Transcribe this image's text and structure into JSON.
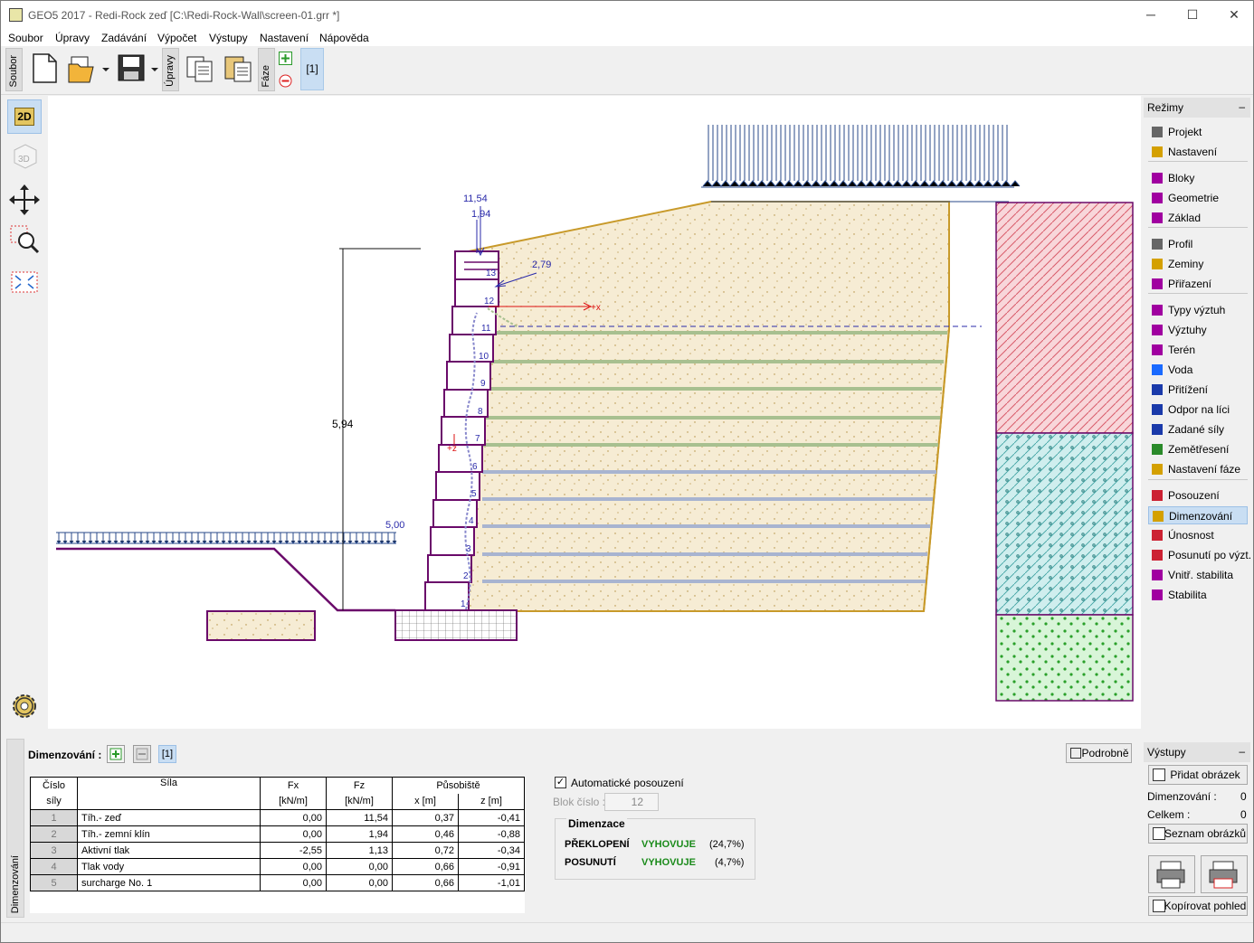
{
  "window": {
    "title": "GEO5 2017 - Redi-Rock zeď [C:\\Redi-Rock-Wall\\screen-01.grr *]",
    "minimize": "─",
    "maximize": "☐",
    "close": "✕"
  },
  "menu": [
    "Soubor",
    "Úpravy",
    "Zadávání",
    "Výpočet",
    "Výstupy",
    "Nastavení",
    "Nápověda"
  ],
  "toolbar": {
    "tab_file": "Soubor",
    "tab_edit": "Úpravy",
    "tab_phase": "Fáze",
    "phase_label": "[1]"
  },
  "lefttools": {
    "btn_2d": "2D",
    "btn_3d": "3D"
  },
  "drawing": {
    "dim_height": "5,94",
    "surcharge_left": "5,00",
    "force_1": "11,54",
    "force_2": "1,94",
    "force_3": "2,79",
    "axis_x": "+x",
    "axis_z": "+z",
    "block_numbers": [
      "1",
      "2",
      "3",
      "4",
      "5",
      "6",
      "7",
      "8",
      "9",
      "10",
      "11",
      "12",
      "13"
    ]
  },
  "modes": {
    "header": "Režimy",
    "minimize": "–",
    "items": [
      "Projekt",
      "Nastavení",
      "Bloky",
      "Geometrie",
      "Základ",
      "Profil",
      "Zeminy",
      "Přiřazení",
      "Typy výztuh",
      "Výztuhy",
      "Terén",
      "Voda",
      "Přitížení",
      "Odpor na líci",
      "Zadané síly",
      "Zemětřesení",
      "Nastavení fáze",
      "Posouzení",
      "Dimenzování",
      "Únosnost",
      "Posunutí po výzt.",
      "Vnitř. stabilita",
      "Stabilita"
    ],
    "selected": "Dimenzování"
  },
  "outputs": {
    "header": "Výstupy",
    "minimize": "–",
    "add_image": "Přidat obrázek",
    "dim_label": "Dimenzování :",
    "dim_value": "0",
    "total_label": "Celkem :",
    "total_value": "0",
    "image_list": "Seznam obrázků",
    "copy_view": "Kopírovat pohled"
  },
  "bottom": {
    "side_title": "Dimenzování",
    "label": "Dimenzování :",
    "phase": "[1]",
    "details": "Podrobně",
    "table": {
      "h_no": "Číslo",
      "h_no2": "síly",
      "h_force": "Síla",
      "h_fx": "Fx",
      "h_fz": "Fz",
      "h_unit": "[kN/m]",
      "h_point": "Působiště",
      "h_x": "x [m]",
      "h_z": "z [m]",
      "rows": [
        {
          "no": "1",
          "name": "Tíh.- zeď",
          "fx": "0,00",
          "fz": "11,54",
          "x": "0,37",
          "z": "-0,41"
        },
        {
          "no": "2",
          "name": "Tíh.- zemní klín",
          "fx": "0,00",
          "fz": "1,94",
          "x": "0,46",
          "z": "-0,88"
        },
        {
          "no": "3",
          "name": "Aktivní tlak",
          "fx": "-2,55",
          "fz": "1,13",
          "x": "0,72",
          "z": "-0,34"
        },
        {
          "no": "4",
          "name": "Tlak vody",
          "fx": "0,00",
          "fz": "0,00",
          "x": "0,66",
          "z": "-0,91"
        },
        {
          "no": "5",
          "name": "surcharge No. 1",
          "fx": "0,00",
          "fz": "0,00",
          "x": "0,66",
          "z": "-1,01"
        }
      ]
    },
    "auto_check": "Automatické posouzení",
    "block_label": "Blok číslo :",
    "block_value": "12",
    "result_title": "Dimenzace",
    "r1_name": "PŘEKLOPENÍ",
    "r1_status": "VYHOVUJE",
    "r1_pct": "(24,7%)",
    "r2_name": "POSUNUTÍ",
    "r2_status": "VYHOVUJE",
    "r2_pct": "(4,7%)"
  }
}
